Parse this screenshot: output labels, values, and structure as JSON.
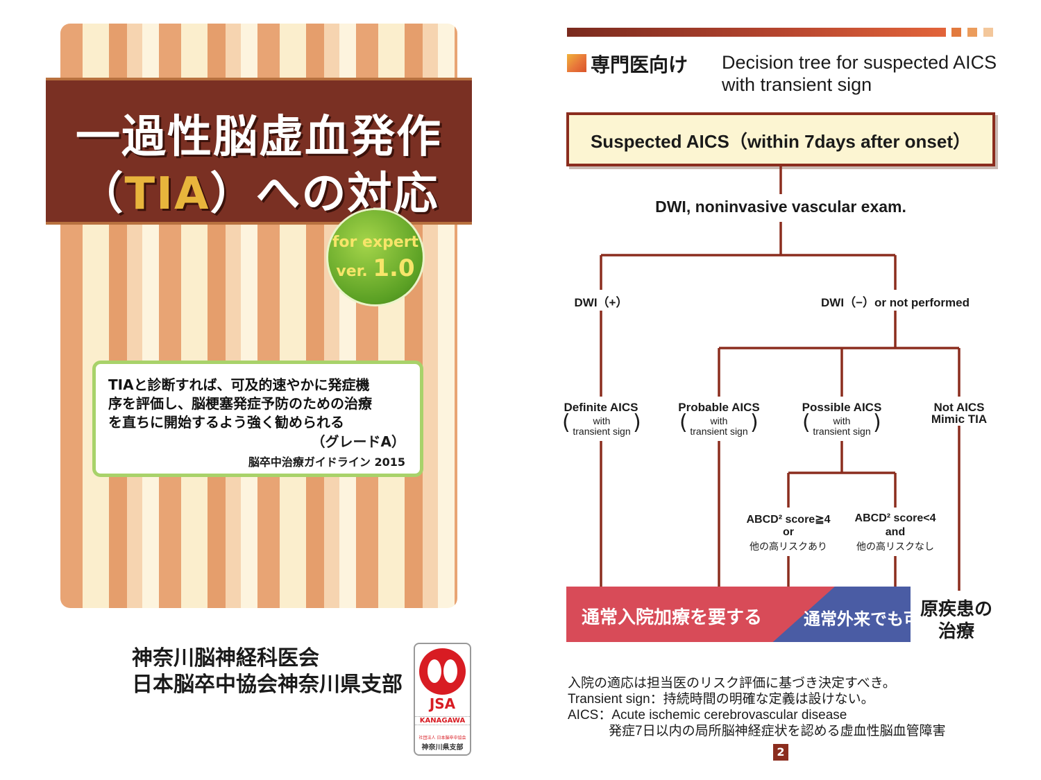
{
  "cover": {
    "title_line1": "一過性脳虚血発作",
    "title_paren_open": "（",
    "title_tia": "TIA",
    "title_paren_close_rest": "）への対応",
    "badge_line1": "for expert",
    "badge_ver": "ver. ",
    "badge_version": "1.0",
    "note_lines": [
      "TIAと診断すれば、可及的速やかに発症機",
      "序を評価し、脳梗塞発症予防のための治療",
      "を直ちに開始するよう強く勧められる"
    ],
    "note_grade": "（グレードA）",
    "note_source": "脳卒中治療ガイドライン 2015",
    "publisher_line1": "神奈川脳神経科医会",
    "publisher_line2": "日本脳卒中協会神奈川県支部",
    "logo": {
      "acronym": "JSA",
      "region": "KANAGAWA",
      "small_text": "社団法人 日本脳卒中協会",
      "branch": "神奈川県支部"
    }
  },
  "flowchart": {
    "section_label": "専門医向け",
    "title_line1": "Decision tree for suspected AICS",
    "title_line2": "with transient sign",
    "root": "Suspected AICS（within 7days after onset）",
    "exam": "DWI, noninvasive vascular exam.",
    "branch_left": "DWI（+）",
    "branch_right": "DWI（−）or not performed",
    "outcomes": [
      {
        "label": "Definite AICS",
        "sub1": "with",
        "sub2": "transient sign"
      },
      {
        "label": "Probable AICS",
        "sub1": "with",
        "sub2": "transient sign"
      },
      {
        "label": "Possible AICS",
        "sub1": "with",
        "sub2": "transient sign"
      },
      {
        "label": "Not AICS",
        "label2": "Mimic TIA"
      }
    ],
    "abcd_high": {
      "line1": "ABCD² score≧4",
      "line2": "or",
      "line3": "他の高リスクあり"
    },
    "abcd_low": {
      "line1": "ABCD² score<4",
      "line2": "and",
      "line3": "他の高リスクなし"
    },
    "action_admit": "通常入院加療を要する",
    "action_outpatient": "通常外来でも可",
    "action_underlying_line1": "原疾患の",
    "action_underlying_line2": "治療",
    "footnotes": [
      "入院の適応は担当医のリスク評価に基づき決定すべき。",
      "Transient sign：持続時間の明確な定義は設けない。",
      "AICS：Acute ischemic cerebrovascular disease",
      "発症7日以内の局所脳神経症状を認める虚血性脳血管障害"
    ],
    "page_number": "2"
  },
  "colors": {
    "maroon": "#8b2d1e",
    "title_band": "#7a3023",
    "tia_gold": "#e8b53c",
    "badge_green": "#5aa024",
    "admit_red": "#d84b58",
    "outpatient_blue": "#4a5ca4"
  }
}
